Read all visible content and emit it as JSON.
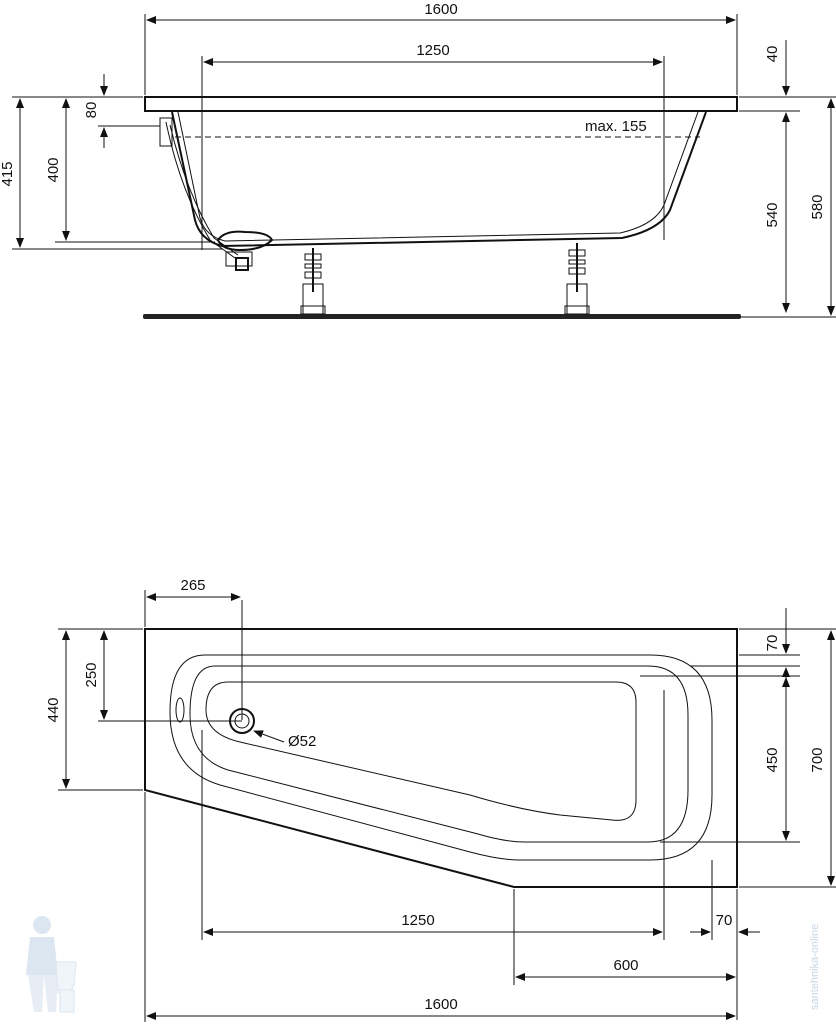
{
  "side_view": {
    "width_overall": "1600",
    "width_inner": "1250",
    "rim_thickness": "40",
    "overflow_offset": "80",
    "max_water": "max. 155",
    "height_overflow": "415",
    "depth_inner": "400",
    "height_body": "540",
    "height_total": "580"
  },
  "plan_view": {
    "drain_x": "265",
    "drain_y": "250",
    "drain_diameter": "Ø52",
    "left_width": "440",
    "rim_top": "70",
    "inner_width": "450",
    "total_width": "700",
    "inner_length": "1250",
    "rim_right": "70",
    "straight_section": "600",
    "total_length": "1600"
  },
  "watermark": {
    "site": "santehnika-online"
  }
}
